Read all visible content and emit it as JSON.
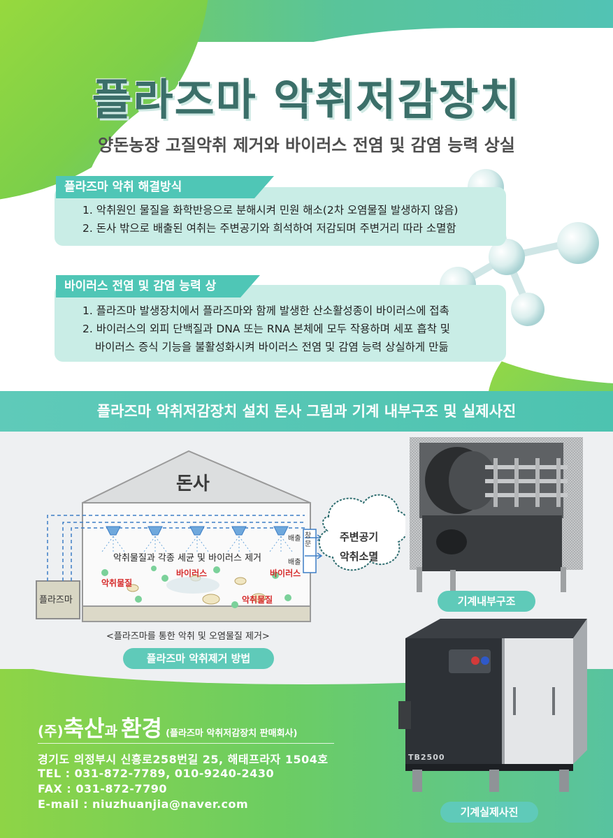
{
  "title": "플라즈마 악취저감장치",
  "subtitle": "양돈농장 고질악취 제거와 바이러스 전염 및 감염 능력 상실",
  "section1": {
    "tab": "플라즈마 악취 해결방식",
    "items": [
      "1. 악취원인 물질을 화학반응으로 분해시켜 민원 해소(2차 오염물질 발생하지 않음)",
      "2. 돈사 밖으로 배출된 여취는 주변공기와 희석하여 저감되며 주변거리 따라 소멸함"
    ]
  },
  "section2": {
    "tab": "바이러스 전염 및 감염 능력 상실",
    "items": [
      "1. 플라즈마 발생장치에서 플라즈마와 함께 발생한 산소활성종이 바이러스에 접촉",
      "2. 바이러스의 외피 단백질과 DNA 또는 RNA 본체에 모두 작용하며 세포 흡착 및",
      "바이러스 증식 기능을 불활성화시켜 바이러스 전염 및 감염 능력 상실하게 만듦"
    ]
  },
  "banner": "플라즈마 악취저감장치 설치 돈사 그림과 기계 내부구조 및 실제사진",
  "diagram": {
    "barn_label": "돈사",
    "plasma_box": "플라즈마",
    "inner_text": "악취물질과 각종 세균 및 바이러스 제거",
    "labels": {
      "odor1": "악취물질",
      "virus1": "바이러스",
      "virus2": "바이러스",
      "odor2": "악취물질"
    },
    "exhaust1": "배출",
    "exhaust2": "배출",
    "window": "창문",
    "cloud_line1": "주변공기",
    "cloud_line2": "악취소멸",
    "caption": "<플라즈마를 통한 악취 및 오염물질 제거>",
    "method_pill": "플라즈마 악취제거 방법"
  },
  "machine": {
    "internal_label": "기계내부구조",
    "photo_label": "기계실제사진",
    "model": "TB2500"
  },
  "company": {
    "prefix": "(주)",
    "name1": "축산",
    "conj": "과",
    "name2": "환경",
    "note": "(플라즈마 악취저감장치 판매회사)",
    "address": "경기도 의정부시 신흥로258번길 25, 해태프라자 1504호",
    "tel": "TEL : 031-872-7789,  010-9240-2430",
    "fax": "FAX : 031-872-7790",
    "email": "E-mail : niuzhuanjia@naver.com"
  },
  "colors": {
    "teal": "#4fc6b6",
    "light_teal": "#c9ede6",
    "title": "#3b6f69",
    "lime": "#8ed446",
    "red_label": "#d62b2b"
  }
}
